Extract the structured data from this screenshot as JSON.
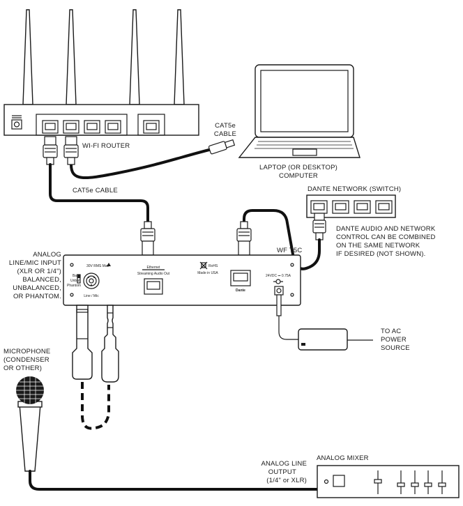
{
  "labels": {
    "wifi_router": "WI-FI ROUTER",
    "cat5e_cable_top": [
      "CAT5e",
      "CABLE"
    ],
    "laptop": [
      "LAPTOP (OR DESKTOP)",
      "COMPUTER"
    ],
    "cat5e_cable_left": "CAT5e CABLE",
    "dante_switch": "DANTE NETWORK (SWITCH)",
    "dante_note": [
      "DANTE AUDIO AND NETWORK",
      "CONTROL CAN BE COMBINED",
      "ON THE SAME NETWORK",
      "IF DESIRED (NOT SHOWN)."
    ],
    "device_name": "WF T5C",
    "analog_input": [
      "ANALOG",
      "LINE/MIC INPUT",
      "(XLR OR 1/4\")",
      "BALANCED,",
      "UNBALANCED,",
      "OR PHANTOM."
    ],
    "ac_power": [
      "TO AC",
      "POWER",
      "SOURCE"
    ],
    "microphone": [
      "MICROPHONE",
      "(CONDENSER",
      "OR OTHER)"
    ],
    "analog_line_output": [
      "ANALOG LINE",
      "OUTPUT",
      "(1/4\" or XLR)"
    ],
    "analog_mixer": "ANALOG MIXER"
  },
  "panel": {
    "input_rating": "30V RMS Max",
    "sw_bal": "Bal",
    "sw_unbal": "Unbal",
    "sw_phantom": "Phantom",
    "input_type": "Line / Mic",
    "eth_header": "Ethernet",
    "eth_sub": "Streaming Audio Out",
    "rohs": "RoHS",
    "made_in": "Made in USA",
    "dante_logo": "Dante",
    "power_rating": "24VDC ⎓ 0.75A"
  },
  "icons": [
    "warning-icon",
    "rohs-bin-icon",
    "dc-polarity-icon",
    "rj45-port-icon",
    "xlr-combo-jack-icon"
  ]
}
